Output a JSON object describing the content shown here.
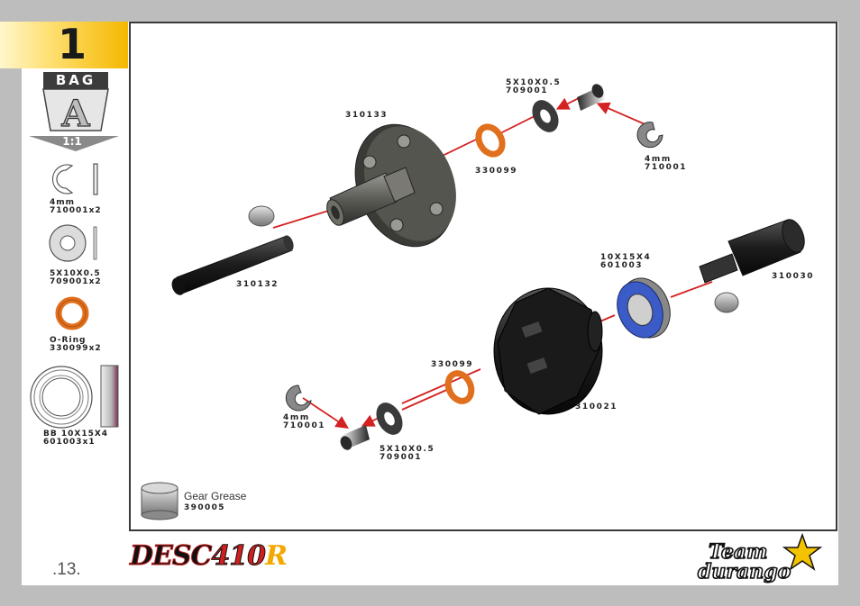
{
  "step_number": "1",
  "bag": {
    "label": "BAG",
    "letter": "A",
    "scale": "1:1"
  },
  "sidebar_parts": [
    {
      "line1": "4mm",
      "line2": "710001x2"
    },
    {
      "line1": "5X10X0.5",
      "line2": "709001x2"
    },
    {
      "line1": "O-Ring",
      "line2": "330099x2"
    },
    {
      "line1": "BB 10X15X4",
      "line2": "601003x1"
    }
  ],
  "callouts": {
    "washer_top": {
      "line1": "5X10X0.5",
      "line2": "709001"
    },
    "hub": "310133",
    "oring_top": "330099",
    "clip_top": {
      "line1": "4mm",
      "line2": "710001"
    },
    "shaft_left": "310132",
    "bearing": {
      "line1": "10X15X4",
      "line2": "601003"
    },
    "outdrive": "310030",
    "oring_bottom": "330099",
    "diff_case": "310021",
    "clip_bottom": {
      "line1": "4mm",
      "line2": "710001"
    },
    "washer_bottom": {
      "line1": "5X10X0.5",
      "line2": "709001"
    }
  },
  "grease": {
    "label": "Gear Grease",
    "code": "390005"
  },
  "page_number": ".13.",
  "brand": {
    "model_prefix": "DESC",
    "model_number": "410",
    "model_suffix": "R",
    "team_logo_line1": "Team",
    "team_logo_line2": "durango"
  },
  "colors": {
    "accent_yellow": "#f5b800",
    "arrow_red": "#d42222",
    "oring_orange": "#e0701e",
    "bearing_blue": "#3a5bc8"
  }
}
